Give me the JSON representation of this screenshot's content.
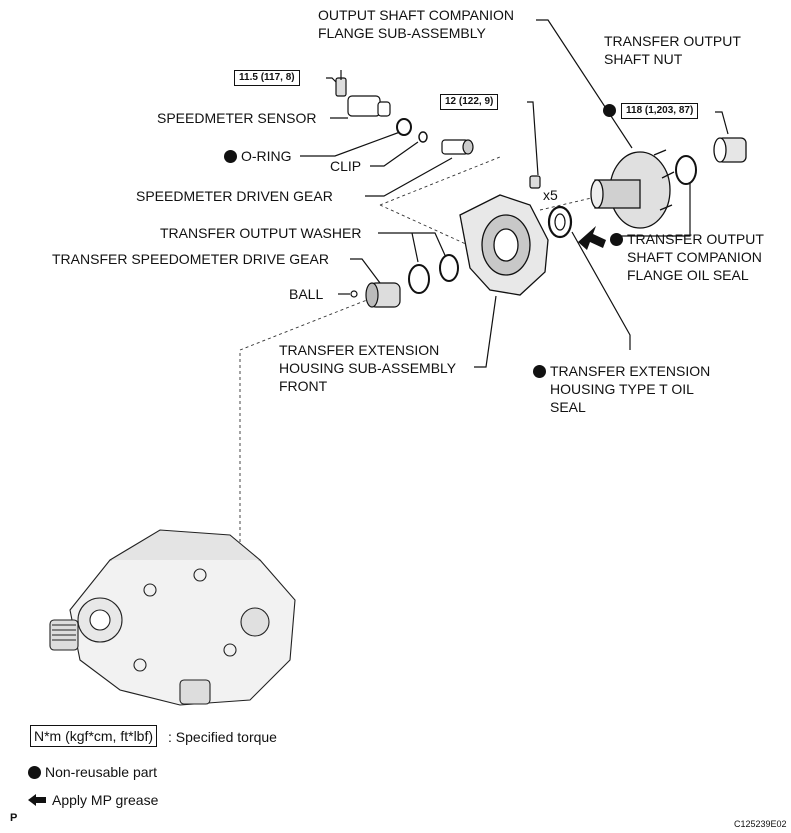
{
  "labels": {
    "output_shaft_flange": [
      "OUTPUT SHAFT COMPANION",
      "FLANGE SUB-ASSEMBLY"
    ],
    "output_shaft_nut": [
      "TRANSFER OUTPUT",
      "SHAFT NUT"
    ],
    "speedometer_sensor": "SPEEDMETER SENSOR",
    "o_ring": "O-RING",
    "clip": "CLIP",
    "driven_gear": "SPEEDMETER DRIVEN GEAR",
    "output_washer": "TRANSFER OUTPUT WASHER",
    "drive_gear": "TRANSFER SPEEDOMETER DRIVE GEAR",
    "ball": "BALL",
    "extension_housing": [
      "TRANSFER EXTENSION",
      "HOUSING SUB-ASSEMBLY",
      "FRONT"
    ],
    "flange_oil_seal": [
      "TRANSFER OUTPUT",
      "SHAFT COMPANION",
      "FLANGE OIL SEAL"
    ],
    "type_t_oil_seal": [
      "TRANSFER EXTENSION",
      "HOUSING TYPE T OIL",
      "SEAL"
    ],
    "bolt_count": "x5"
  },
  "torques": {
    "sensor_bolt": "11.5 (117, 8)",
    "housing_bolt": "12 (122, 9)",
    "shaft_nut": "118 (1,203, 87)"
  },
  "legend": {
    "torque_unit": "N*m (kgf*cm, ft*lbf)",
    "torque_text": ": Specified torque",
    "non_reusable": "Non-reusable part",
    "grease": "Apply MP grease"
  },
  "corner": {
    "left": "P",
    "code": "C125239E02"
  },
  "colors": {
    "ink": "#111111",
    "background": "#ffffff"
  }
}
